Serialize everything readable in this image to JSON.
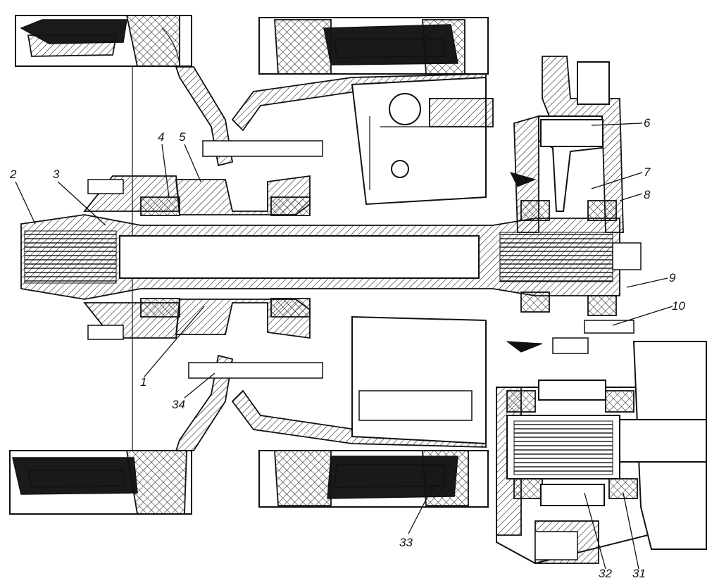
{
  "callouts": {
    "c1": "1",
    "c2": "2",
    "c3": "3",
    "c4": "4",
    "c5": "5",
    "c6": "6",
    "c7": "7",
    "c8": "8",
    "c9": "9",
    "c10": "10",
    "c31": "31",
    "c32": "32",
    "c33": "33",
    "c34": "34"
  }
}
